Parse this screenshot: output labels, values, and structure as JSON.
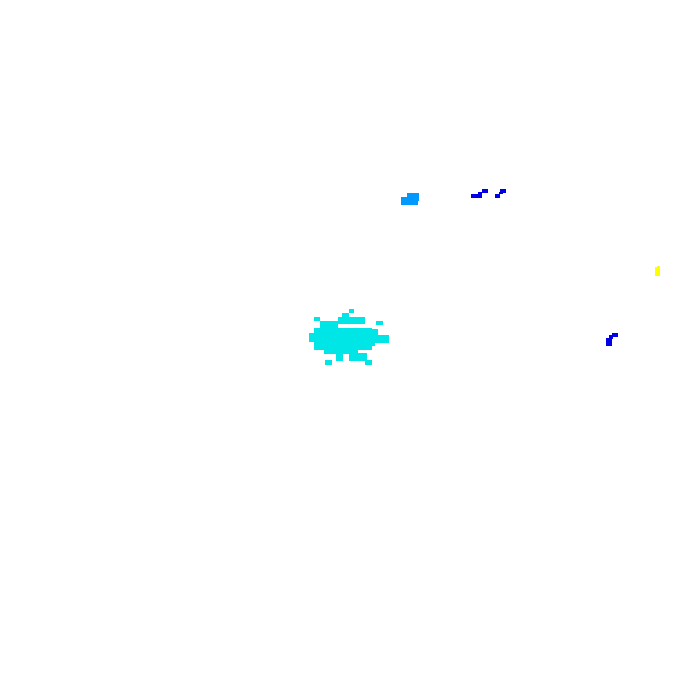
{
  "colors": {
    "background": "#ffffff",
    "cyan_cluster": "#00e5e5",
    "light_blue_blob": "#0099ff",
    "blue_fragments": "#0000e6",
    "yellow_dot": "#ffff00"
  },
  "layers": [
    {
      "name": "cyan-cluster",
      "color_key": "cyan_cluster"
    },
    {
      "name": "light-blue-blob",
      "color_key": "light_blue_blob"
    },
    {
      "name": "blue-fragments-top",
      "color_key": "blue_fragments"
    },
    {
      "name": "blue-fragment-right",
      "color_key": "blue_fragments"
    },
    {
      "name": "yellow-dot",
      "color_key": "yellow_dot"
    }
  ]
}
